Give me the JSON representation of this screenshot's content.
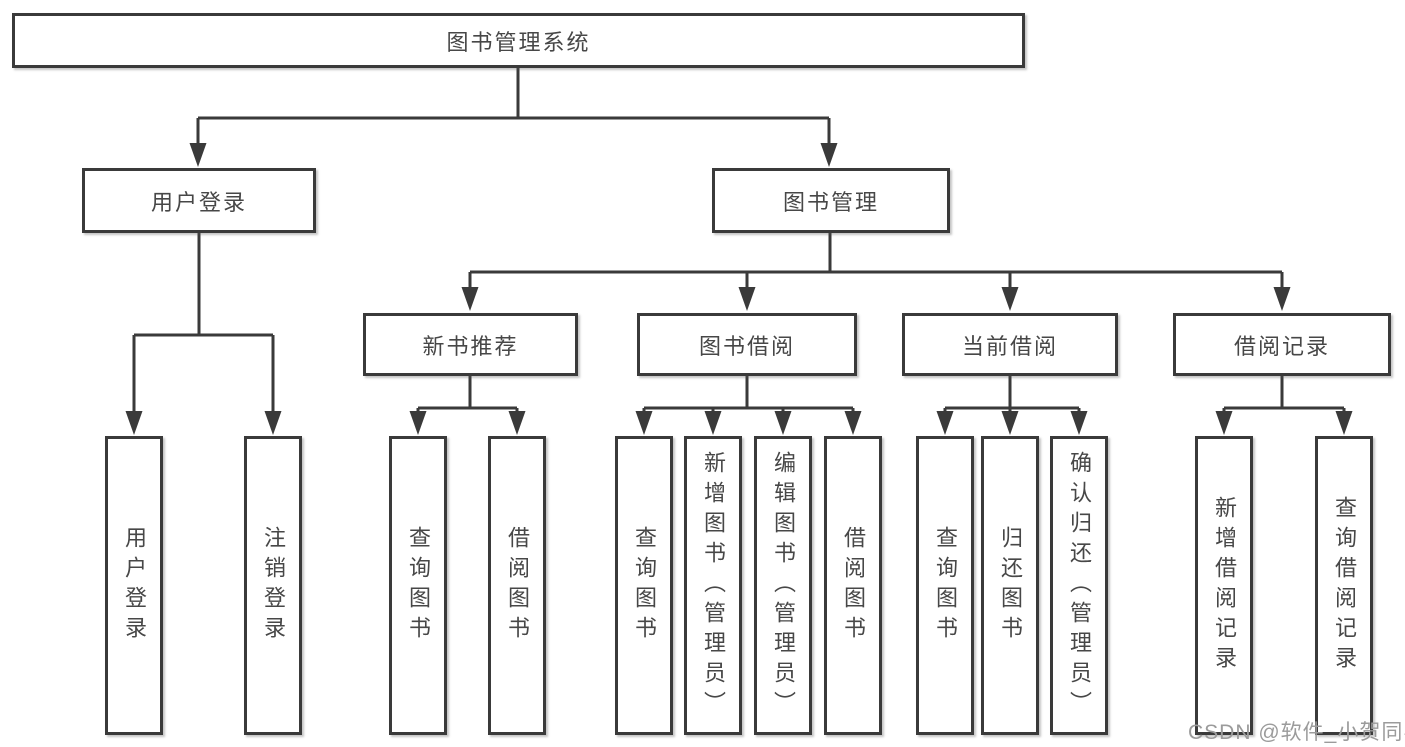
{
  "tree": {
    "root": {
      "label": "图书管理系统"
    },
    "branches": [
      {
        "label": "用户登录",
        "children": [
          {
            "label": "用户登录"
          },
          {
            "label": "注销登录"
          }
        ]
      },
      {
        "label": "图书管理",
        "groups": [
          {
            "label": "新书推荐",
            "children": [
              {
                "label": "查询图书"
              },
              {
                "label": "借阅图书"
              }
            ]
          },
          {
            "label": "图书借阅",
            "children": [
              {
                "label": "查询图书"
              },
              {
                "label": "新增图书（管理员）"
              },
              {
                "label": "编辑图书（管理员）"
              },
              {
                "label": "借阅图书"
              }
            ]
          },
          {
            "label": "当前借阅",
            "children": [
              {
                "label": "查询图书"
              },
              {
                "label": "归还图书"
              },
              {
                "label": "确认归还（管理员）"
              }
            ]
          },
          {
            "label": "借阅记录",
            "children": [
              {
                "label": "新增借阅记录"
              },
              {
                "label": "查询借阅记录"
              }
            ]
          }
        ]
      }
    ]
  },
  "watermark": {
    "text": "CSDN @软件_小贺同学"
  },
  "colors": {
    "line": "#3a3a3a",
    "text": "#474747",
    "watermark": "#9b9b9b",
    "background": "#ffffff"
  }
}
